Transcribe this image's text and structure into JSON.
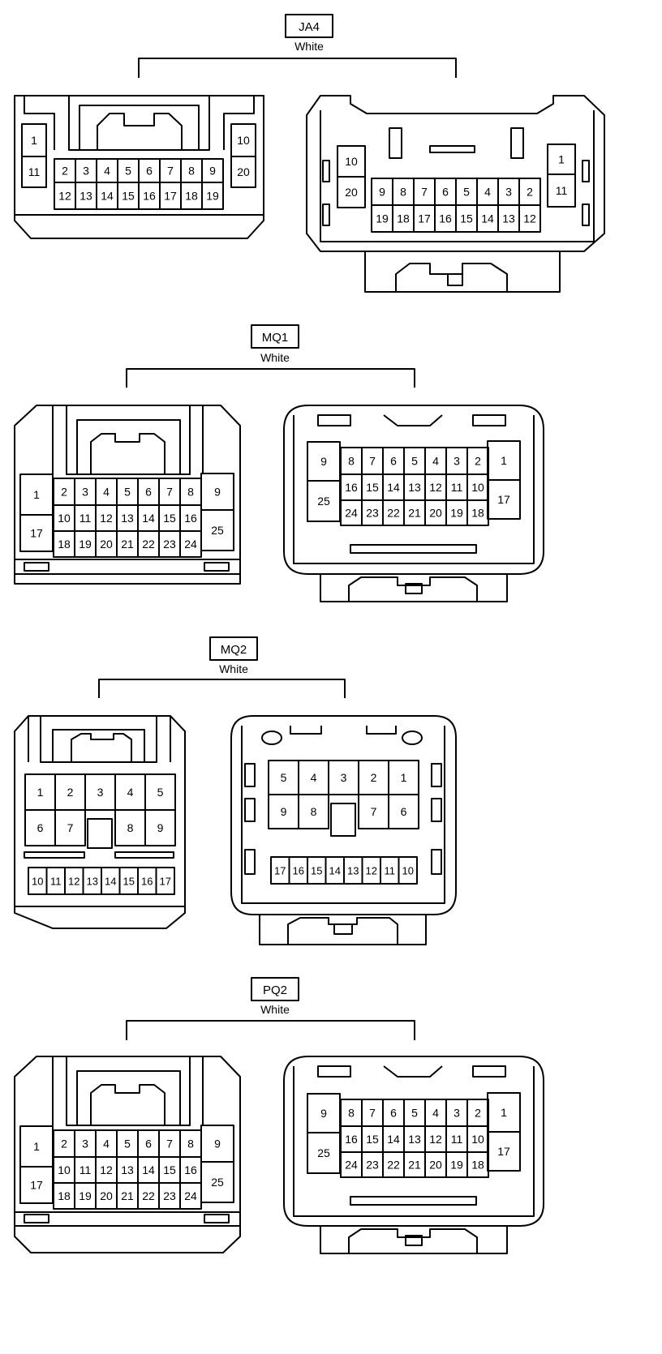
{
  "connectors": [
    {
      "id": "JA4",
      "label": "JA4",
      "color": "White",
      "left_rows": [
        [
          "1",
          "2",
          "3",
          "4",
          "5",
          "6",
          "7",
          "8",
          "9",
          "10"
        ],
        [
          "11",
          "12",
          "13",
          "14",
          "15",
          "16",
          "17",
          "18",
          "19",
          "20"
        ]
      ],
      "right_rows": [
        [
          "10",
          "9",
          "8",
          "7",
          "6",
          "5",
          "4",
          "3",
          "2",
          "1"
        ],
        [
          "20",
          "19",
          "18",
          "17",
          "16",
          "15",
          "14",
          "13",
          "12",
          "11"
        ]
      ]
    },
    {
      "id": "MQ1",
      "label": "MQ1",
      "color": "White",
      "left_rows": [
        [
          "1",
          "2",
          "3",
          "4",
          "5",
          "6",
          "7",
          "8",
          "9"
        ],
        [
          "17",
          "10",
          "11",
          "12",
          "13",
          "14",
          "15",
          "16",
          "25"
        ],
        [
          "18",
          "19",
          "20",
          "21",
          "22",
          "23",
          "24"
        ]
      ],
      "right_rows": [
        [
          "9",
          "8",
          "7",
          "6",
          "5",
          "4",
          "3",
          "2",
          "1"
        ],
        [
          "25",
          "16",
          "15",
          "14",
          "13",
          "12",
          "11",
          "10",
          "17"
        ],
        [
          "24",
          "23",
          "22",
          "21",
          "20",
          "19",
          "18"
        ]
      ]
    },
    {
      "id": "MQ2",
      "label": "MQ2",
      "color": "White",
      "left_rows": [
        [
          "1",
          "2",
          "3",
          "4",
          "5"
        ],
        [
          "6",
          "7",
          "8",
          "9"
        ],
        [
          "10",
          "11",
          "12",
          "13",
          "14",
          "15",
          "16",
          "17"
        ]
      ],
      "right_rows": [
        [
          "5",
          "4",
          "3",
          "2",
          "1"
        ],
        [
          "9",
          "8",
          "7",
          "6"
        ],
        [
          "17",
          "16",
          "15",
          "14",
          "13",
          "12",
          "11",
          "10"
        ]
      ]
    },
    {
      "id": "PQ2",
      "label": "PQ2",
      "color": "White",
      "left_rows": [
        [
          "1",
          "2",
          "3",
          "4",
          "5",
          "6",
          "7",
          "8",
          "9"
        ],
        [
          "17",
          "10",
          "11",
          "12",
          "13",
          "14",
          "15",
          "16",
          "25"
        ],
        [
          "18",
          "19",
          "20",
          "21",
          "22",
          "23",
          "24"
        ]
      ],
      "right_rows": [
        [
          "9",
          "8",
          "7",
          "6",
          "5",
          "4",
          "3",
          "2",
          "1"
        ],
        [
          "25",
          "16",
          "15",
          "14",
          "13",
          "12",
          "11",
          "10",
          "17"
        ],
        [
          "24",
          "23",
          "22",
          "21",
          "20",
          "19",
          "18"
        ]
      ]
    }
  ]
}
